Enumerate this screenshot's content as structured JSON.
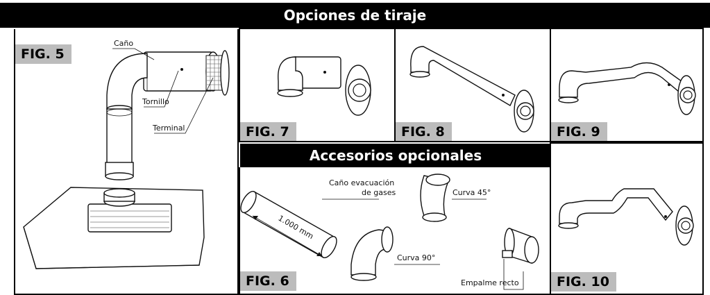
{
  "title": "Opciones de tiraje",
  "accessories_title": "Accesorios opcionales",
  "figures": {
    "fig5": "FIG. 5",
    "fig6": "FIG. 6",
    "fig7": "FIG. 7",
    "fig8": "FIG. 8",
    "fig9": "FIG. 9",
    "fig10": "FIG. 10"
  },
  "fig5_labels": {
    "cano": "Caño",
    "tornillo": "Tornillo",
    "terminal": "Terminal"
  },
  "fig6_labels": {
    "cano_evacuacion_1": "Caño evacuación",
    "cano_evacuacion_2": "de gases",
    "length": "1.000 mm",
    "curva45": "Curva 45°",
    "curva90": "Curva 90°",
    "empalme": "Empalme recto"
  }
}
